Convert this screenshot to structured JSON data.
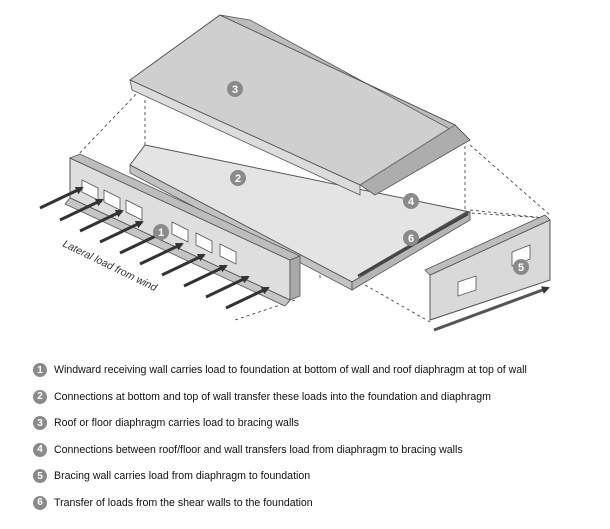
{
  "diagram": {
    "wind_label": "Lateral load from wind",
    "callouts": [
      "1",
      "2",
      "3",
      "4",
      "5",
      "6"
    ]
  },
  "legend": {
    "items": [
      {
        "num": "1",
        "text": "Windward receiving wall carries load to foundation at bottom of wall and roof diaphragm at top of wall"
      },
      {
        "num": "2",
        "text": "Connections at bottom and top of wall transfer these loads into the foundation and diaphragm"
      },
      {
        "num": "3",
        "text": "Roof or floor diaphragm carries load to bracing walls"
      },
      {
        "num": "4",
        "text": "Connections between roof/floor and wall transfers load from diaphragm to bracing walls"
      },
      {
        "num": "5",
        "text": "Bracing wall carries load from diaphragm to foundation"
      },
      {
        "num": "6",
        "text": "Transfer of loads from the shear walls to the foundation"
      }
    ]
  },
  "colors": {
    "badge": "#8a8a8a",
    "surface_light": "#e4e4e4",
    "surface_mid": "#cfcfcf",
    "surface_dark": "#b9b9b9",
    "outline": "#555555",
    "arrow": "#333333"
  }
}
